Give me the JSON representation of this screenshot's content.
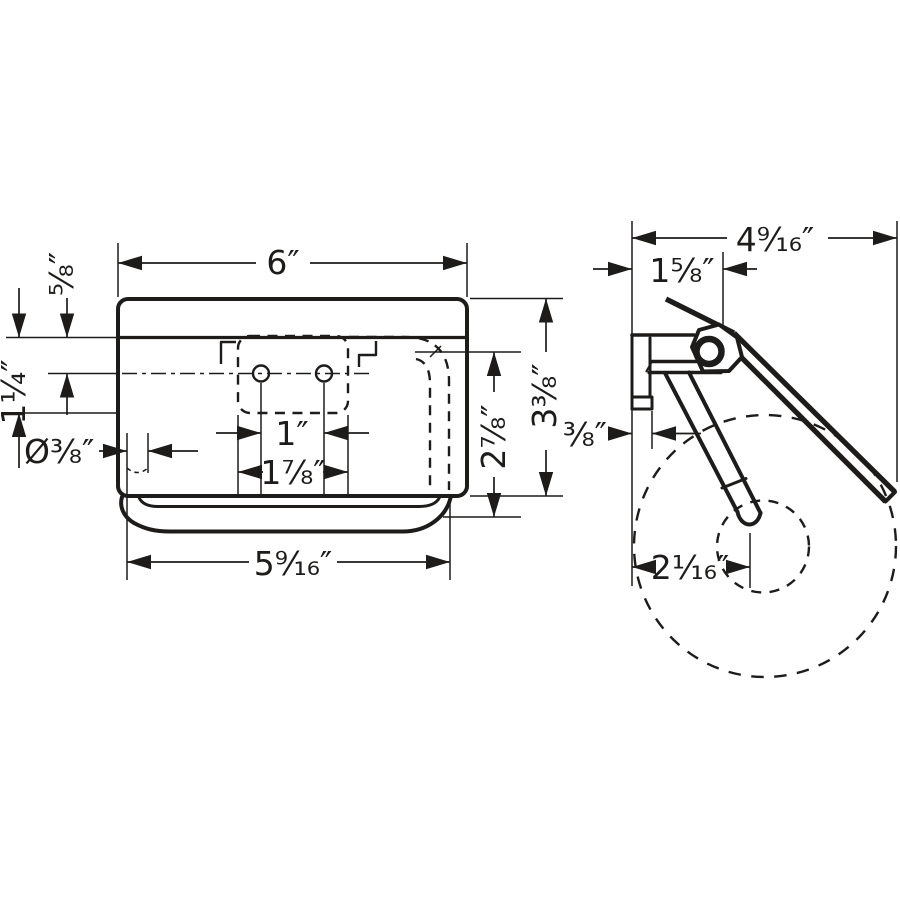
{
  "drawing": {
    "line_color": "#1e1c1a",
    "background_color": "#ffffff",
    "front_view": {
      "overall_width": "6″",
      "lid_height": "⁵⁄₈″",
      "plate_offset": "1¹⁄₄″",
      "hole_diameter": "Ø³⁄₈″",
      "hole_spacing": "1″",
      "plate_width": "1⁷⁄₈″",
      "bar_width": "5⁹⁄₁₆″",
      "bar_center_height": "2⁷⁄₈″",
      "overall_height": "3³⁄₈″"
    },
    "side_view": {
      "overall_depth": "4⁹⁄₁₆″",
      "cover_projection": "1⁵⁄₈″",
      "plate_thickness": "³⁄₈″",
      "roll_center_offset": "2¹⁄₁₆″"
    }
  }
}
